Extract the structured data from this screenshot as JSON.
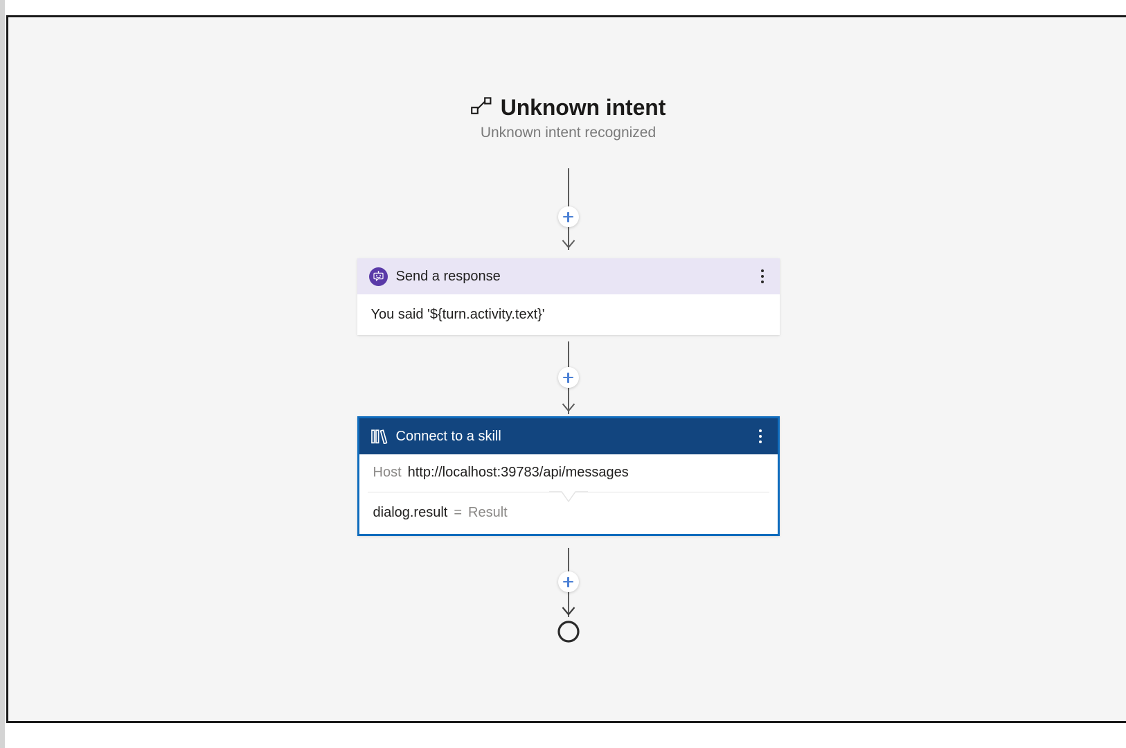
{
  "canvas": {
    "background_color": "#f5f5f5",
    "border_color": "#1a1a1a"
  },
  "trigger": {
    "icon": "trigger-flow-icon",
    "title": "Unknown intent",
    "subtitle": "Unknown intent recognized"
  },
  "connectors": [
    {
      "name": "connector-trigger-to-send",
      "add_button_label": "+"
    },
    {
      "name": "connector-send-to-skill",
      "add_button_label": "+"
    },
    {
      "name": "connector-skill-to-end",
      "add_button_label": "+"
    }
  ],
  "actions": [
    {
      "id": "send-a-response",
      "icon": "bot-icon",
      "title": "Send a response",
      "menu_icon": "kebab-menu-icon",
      "selected": false,
      "header_color": "#e9e5f5",
      "accent_color": "#5a3aa8",
      "body": {
        "text": "You said '${turn.activity.text}'"
      }
    },
    {
      "id": "connect-to-a-skill",
      "icon": "library-icon",
      "title": "Connect to a skill",
      "menu_icon": "kebab-menu-icon",
      "selected": true,
      "header_color": "#12457f",
      "accent_color": "#0f6cbd",
      "fields": [
        {
          "key": "Host",
          "value": "http://localhost:39783/api/messages"
        },
        {
          "key": "dialog.result",
          "operator": "=",
          "value": "Result"
        }
      ]
    }
  ],
  "end_node": {
    "name": "end-of-flow-node",
    "icon": "circle-end-icon"
  }
}
